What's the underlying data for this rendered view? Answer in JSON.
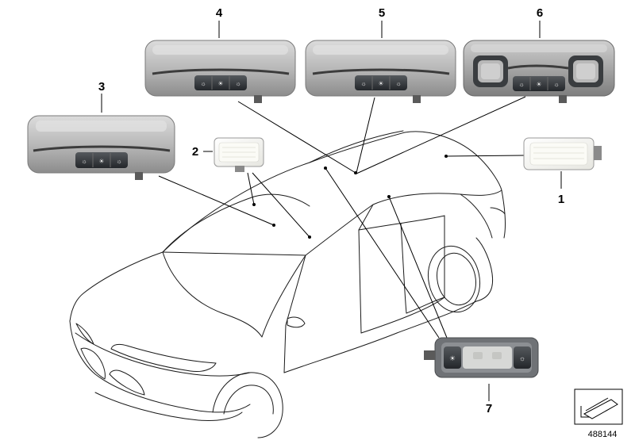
{
  "callouts": {
    "c1": "1",
    "c2": "2",
    "c3": "3",
    "c4": "4",
    "c5": "5",
    "c6": "6",
    "c7": "7"
  },
  "diagram_number": "488144",
  "colors": {
    "housing_light": "#d2d2d2",
    "housing_mid": "#a9a9a9",
    "housing_dark": "#6e6e6e",
    "button_dark": "#2f3235",
    "lens": "#f4f4ee",
    "line": "#000000"
  },
  "icons": [
    "reading-lamp-icon",
    "interior-light-icon",
    "arrow-icon"
  ]
}
